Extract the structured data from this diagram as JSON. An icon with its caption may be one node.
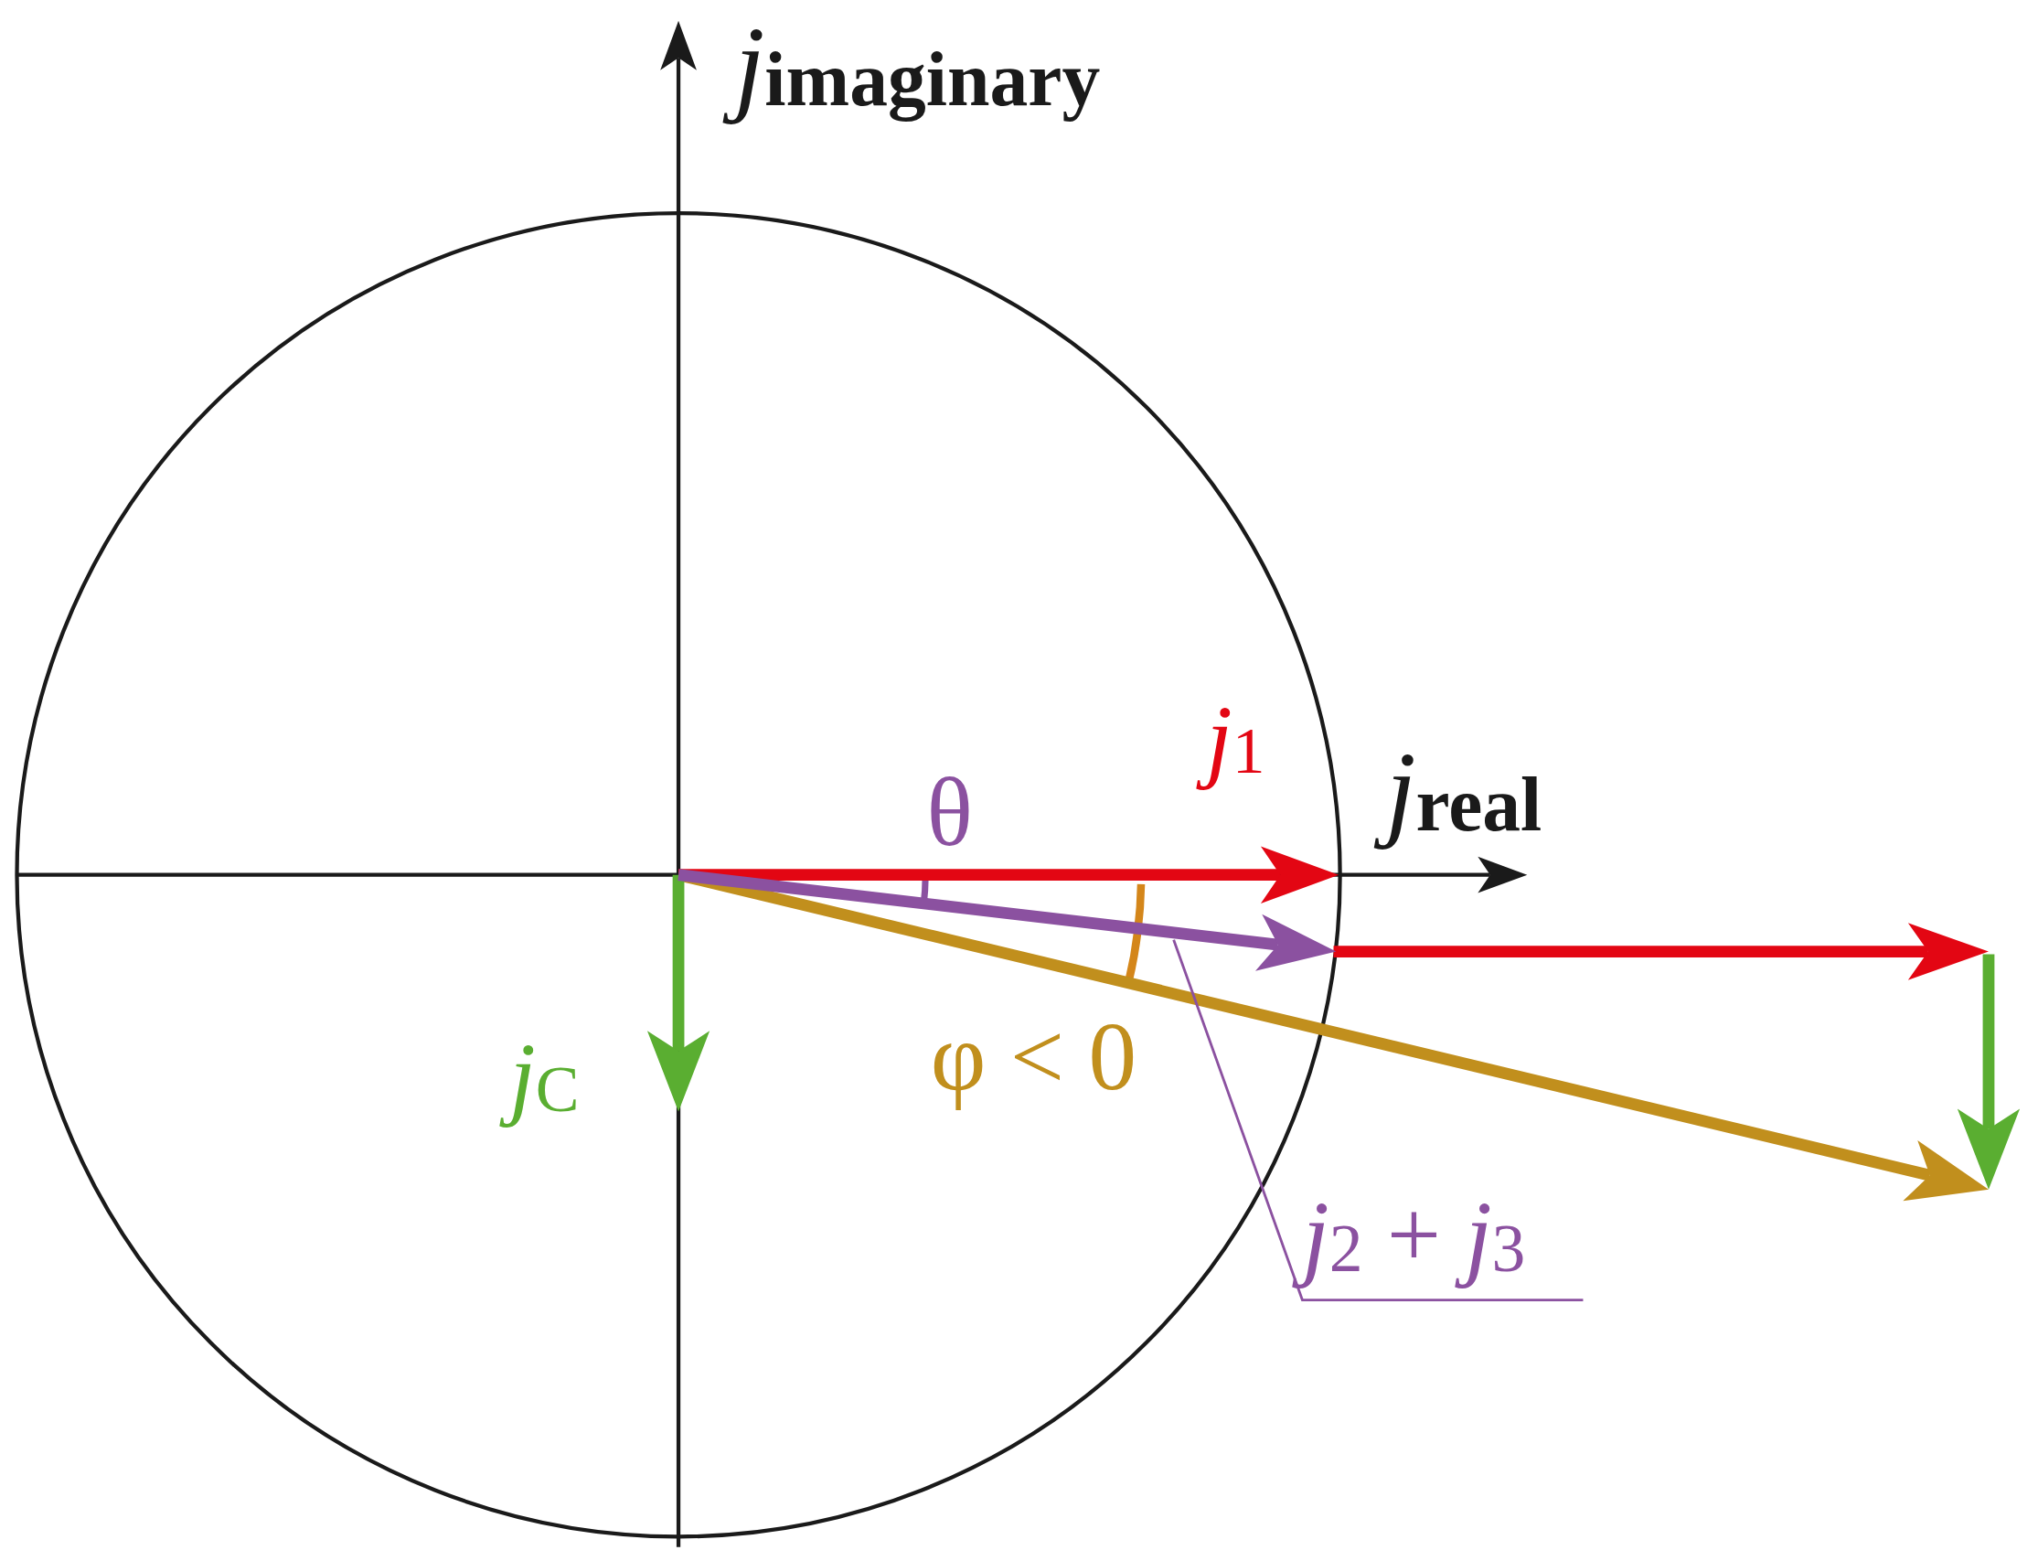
{
  "diagram": {
    "nodes": [
      {
        "text": [
          "*j*$_{2}$ + *j*$_{3}$"
        ]
      },
      {
        "text": [],
        "shape": "arrow"
      }
    ],
    "edges": [
      {
        "from": 0,
        "to": 1,
        "arrow": "none"
      }
    ],
    "labels": [
      "*j*$_{imaginary}$",
      "θ",
      "*j*$_{1}$",
      "*j*$_{real}$",
      "*j*$_{C}$",
      "φ < 0"
    ]
  }
}
